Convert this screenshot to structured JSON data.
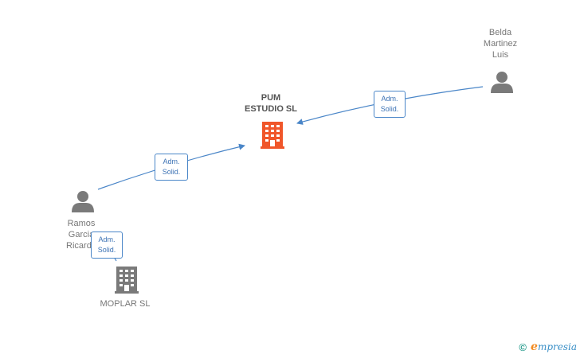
{
  "colors": {
    "company_main": "#f0562a",
    "company_other": "#7a7a7a",
    "person": "#7a7a7a",
    "edge": "#4a86c8",
    "brand_copy": "#2a9d8f",
    "brand_e": "#f28b22",
    "brand_rest": "#3a8fc7"
  },
  "nodes": {
    "pum": {
      "lines": [
        "PUM",
        "ESTUDIO SL"
      ],
      "icon": "building-icon"
    },
    "belda": {
      "lines": [
        "Belda",
        "Martinez",
        "Luis"
      ],
      "icon": "person-icon"
    },
    "ramos": {
      "lines": [
        "Ramos",
        "Garcia",
        "Ricardo"
      ],
      "icon": "person-icon"
    },
    "moplar": {
      "lines": [
        "MOPLAR SL"
      ],
      "icon": "building-icon"
    }
  },
  "edges": {
    "belda_pum": {
      "line1": "Adm.",
      "line2": "Solid."
    },
    "ramos_pum": {
      "line1": "Adm.",
      "line2": "Solid."
    },
    "ramos_moplar": {
      "line1": "Adm.",
      "line2": "Solid."
    }
  },
  "brand": {
    "copyright": "©",
    "e": "e",
    "rest": "mpresia"
  }
}
